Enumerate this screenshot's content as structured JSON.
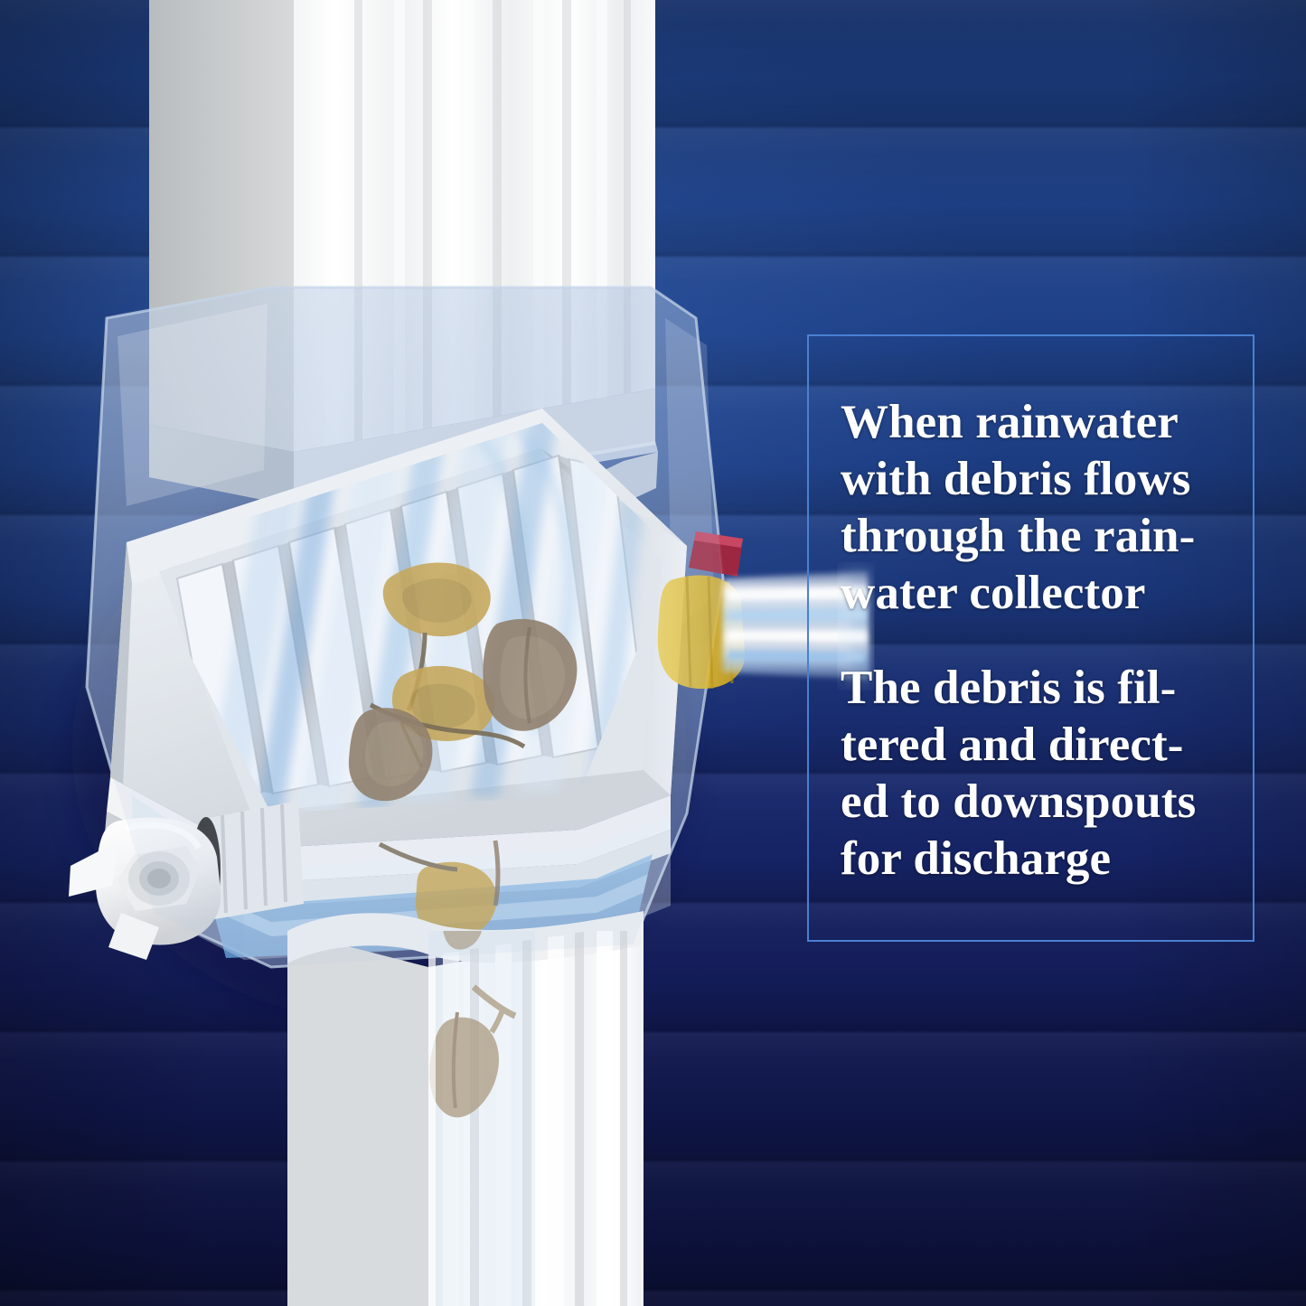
{
  "scene": {
    "title": "Rainwater collector filter cutaway diagram",
    "background_style": "horizontal-siding-wall",
    "colors": {
      "background_top": "#1e4189",
      "background_bottom": "#10164c",
      "caption_border": "#4a80d2",
      "caption_text": "#ffffff",
      "downspout_white": "#fdfdfd",
      "downspout_shadow": "#c8cacc",
      "housing_translucent_blue": "#9fb4d8",
      "water_blue": "#6fa8dd",
      "water_streak_light": "#b9d6f0",
      "debris_gold": "#c8a040",
      "debris_brown": "#8a7358",
      "nozzle_yellow": "#e8c43a",
      "tab_red": "#a8243c",
      "oring_black": "#1a1a1a"
    }
  },
  "caption": {
    "block1": {
      "name": "rainwater-inflow-caption",
      "lines": [
        "When rainwater",
        "with debris flows",
        "through the rain-",
        "water collector"
      ],
      "full_text": "When rainwater with debris flows through the rainwater collector"
    },
    "block2": {
      "name": "debris-discharge-caption",
      "lines": [
        "The debris is fil-",
        "tered and direct-",
        "ed to downspouts",
        "for discharge"
      ],
      "full_text": "The debris is filtered and directed to downspouts for discharge"
    }
  },
  "parts": [
    {
      "name": "upper-downspout",
      "label": "Upper downspout (ribbed white vinyl)"
    },
    {
      "name": "transparent-housing",
      "label": "Transparent collector housing"
    },
    {
      "name": "filter-tray",
      "label": "Ribbed debris filter tray"
    },
    {
      "name": "debris-leaves",
      "label": "Caught leaves and twigs"
    },
    {
      "name": "water-flow-streaks",
      "label": "Rainwater flow streaks"
    },
    {
      "name": "basin-water",
      "label": "Collected water in basin"
    },
    {
      "name": "discharge-nozzle",
      "label": "Discharge nozzle with yellow collar"
    },
    {
      "name": "nozzle-red-tab",
      "label": "Red release tab"
    },
    {
      "name": "water-jet",
      "label": "Filtered water jet"
    },
    {
      "name": "hose-valve-cap",
      "label": "Threaded wing-tab valve cap"
    },
    {
      "name": "lower-downspout",
      "label": "Lower downspout with falling debris"
    }
  ]
}
